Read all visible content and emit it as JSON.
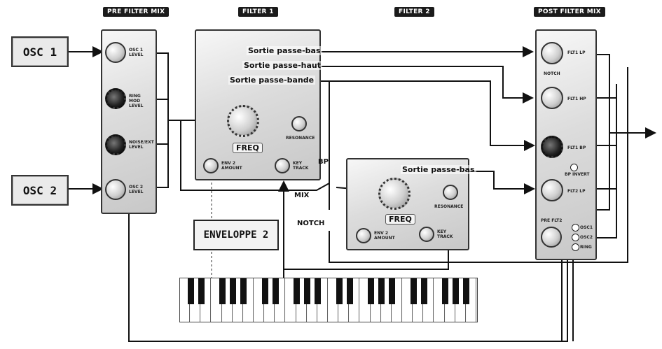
{
  "headers": {
    "pre_filter_mix": "PRE FILTER MIX",
    "filter1": "FILTER 1",
    "filter2": "FILTER 2",
    "post_filter_mix": "POST FILTER MIX"
  },
  "oscillators": {
    "osc1": "OSC 1",
    "osc2": "OSC 2"
  },
  "envelope": "ENVELOPPE 2",
  "pre_mix_knobs": [
    "OSC 1 LEVEL",
    "RING MOD LEVEL",
    "NOISE/EXT LEVEL",
    "OSC 2 LEVEL"
  ],
  "filter1": {
    "outputs": [
      "Sortie passe-bas",
      "Sortie passe-haut",
      "Sortie passe-bande"
    ],
    "freq": "FREQ",
    "resonance": "RESONANCE",
    "env_amount": "ENV 2 AMOUNT",
    "key_track": "KEY TRACK"
  },
  "filter2": {
    "output": "Sortie passe-bas",
    "freq": "FREQ",
    "resonance": "RESONANCE",
    "env_amount": "ENV 2 AMOUNT",
    "key_track": "KEY TRACK",
    "modes": {
      "bp": "BP",
      "mix": "MIX",
      "notch": "NOTCH"
    }
  },
  "post_mix": {
    "knobs": [
      "FLT1 LP",
      "FLT1 HP",
      "FLT1 BP",
      "FLT2 LP",
      "PRE FLT2"
    ],
    "notch": "NOTCH",
    "bp_invert": "BP INVERT",
    "switch_labels": [
      "OSC1",
      "OSC2",
      "RING"
    ]
  },
  "keyboard": {
    "white_keys": 28
  }
}
